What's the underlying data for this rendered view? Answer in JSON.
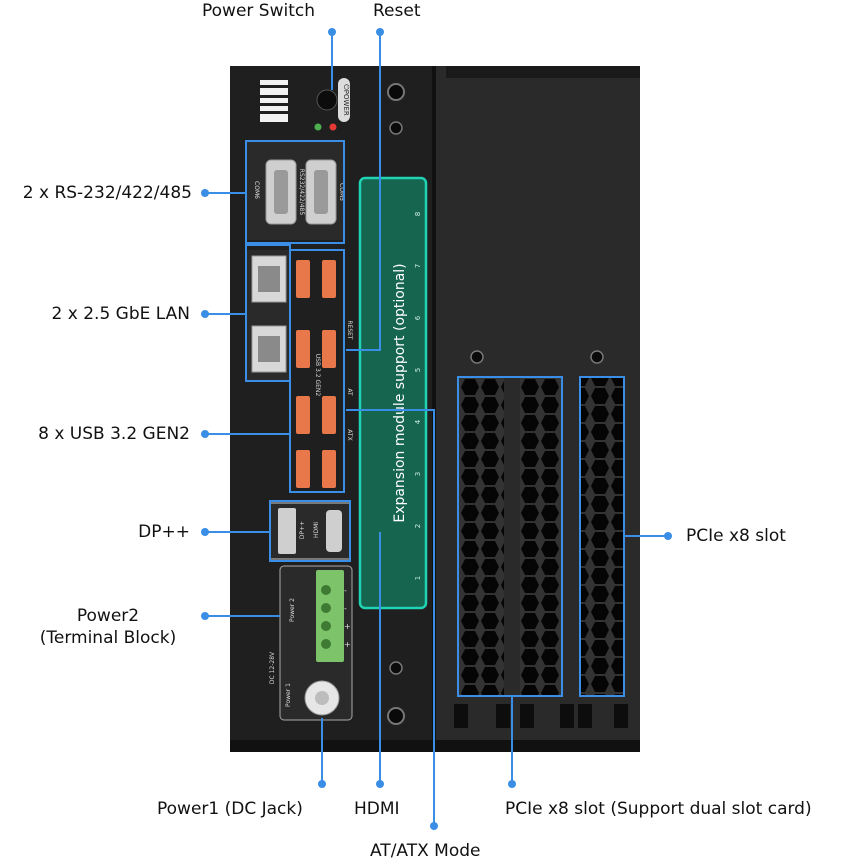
{
  "labels": {
    "power_switch": "Power Switch",
    "reset": "Reset",
    "rs232": "2 x RS-232/422/485",
    "lan": "2 x 2.5 GbE LAN",
    "usb": "8 x USB 3.2 GEN2",
    "dp": "DP++",
    "power2_line1": "Power2",
    "power2_line2": "(Terminal Block)",
    "pcie_x8_right": "PCIe x8 slot",
    "power1": "Power1 (DC Jack)",
    "hdmi": "HDMI",
    "pcie_dual": "PCIe x8 slot (Support dual slot card)",
    "atatx": "AT/ATX Mode"
  },
  "device_text": {
    "power_text": "⏻POWER",
    "com_left": "COM6",
    "com_mid": "RS232/422/485",
    "com_right": "COM5",
    "usb_vertical": "USB 3.2 GEN2",
    "reset_text": "RESET",
    "at_text": "AT",
    "atx_text": "ATX",
    "expansion": "Expansion module support (optional)",
    "expansion_numbers": [
      "8",
      "7",
      "6",
      "5",
      "4",
      "3",
      "2",
      "1"
    ],
    "dp_text": "DP++",
    "hdmi_text": "HDMI",
    "dc_text": "DC 12-28V",
    "power2_text": "Power 2",
    "power1_text": "Power 1",
    "terminal_marks": [
      "-",
      "-",
      "+",
      "+"
    ]
  },
  "colors": {
    "callout_blue": "#3a8ee6",
    "chassis_dark": "#1e1e1e",
    "expansion_teal": "#1fd3b3",
    "usb_orange": "#e8784a",
    "terminal_green": "#7cc36a"
  }
}
